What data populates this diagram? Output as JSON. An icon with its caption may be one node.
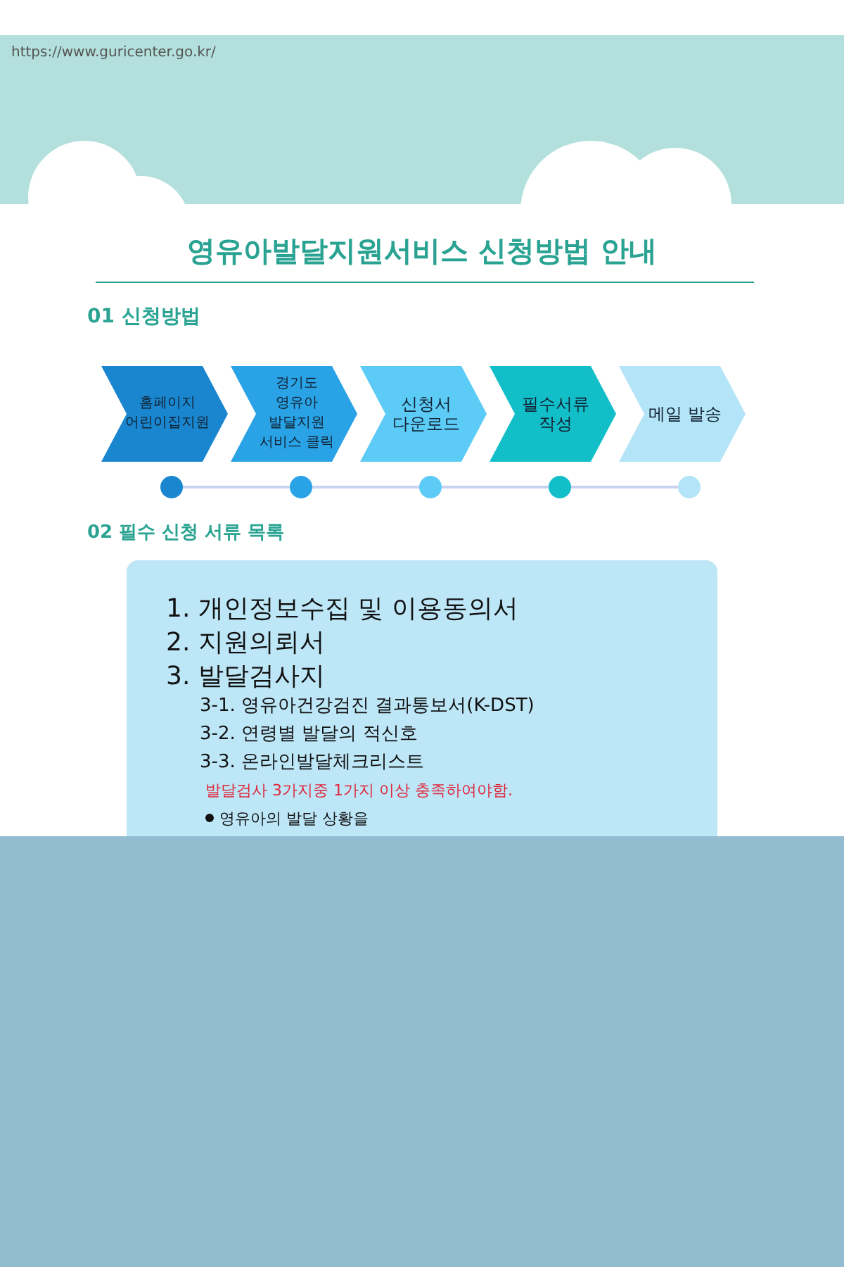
{
  "diagram": {
    "title": "영유아발달지원서비스 신청방법 안내",
    "nodes": [
      {
        "text": [
          "홈페이지 어린이집지원"
        ]
      },
      {
        "text": [
          "경기도 영유아 발달지원 서비스 클릭"
        ]
      },
      {
        "text": [
          "신청서 다운로드"
        ]
      },
      {
        "text": [
          "필수서류 작성"
        ]
      },
      {
        "text": [
          "메일 발송"
        ]
      },
      {
        "text": [],
        "shape": "circle"
      },
      {
        "text": [],
        "shape": "circle"
      },
      {
        "text": [],
        "shape": "circle"
      },
      {
        "text": [],
        "shape": "circle"
      },
      {
        "text": [],
        "shape": "circle"
      },
      {
        "text": [
          "1. 개인정보수집 및 이용동의서",
          "2. 지원의뢰서",
          "3. 발달검사지",
          "3-1. 영유아건강검진 결과통보서(K-DST)",
          "3-2. 연령별 발달의 적신호",
          "3-3. 온라인발달체크리스트",
          "발달검사 3가지중 1가지 이상 충족하여야함.",
          "영유아의 발달 상황을"
        ]
      }
    ],
    "edges": [
      {
        "from": 5,
        "to": 6,
        "arrow": "none"
      },
      {
        "from": 6,
        "to": 7,
        "arrow": "none"
      },
      {
        "from": 7,
        "to": 8,
        "arrow": "none"
      },
      {
        "from": 8,
        "to": 9,
        "arrow": "none"
      }
    ],
    "labels": [
      "https://www.guricenter.go.kr/",
      "01 신청방법",
      "02 필수 신청 서류 목록"
    ]
  }
}
